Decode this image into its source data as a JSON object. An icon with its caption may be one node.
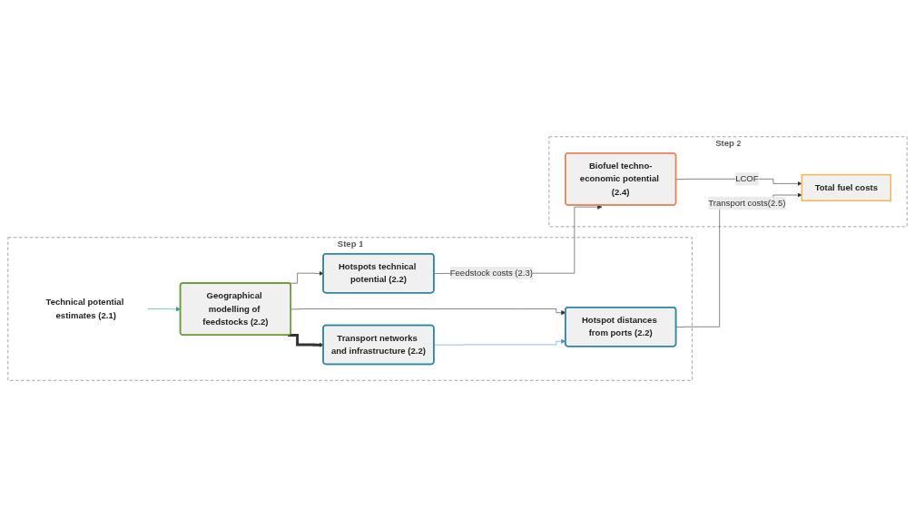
{
  "diagram": {
    "nodes": [
      {
        "text": [
          "Step 1"
        ]
      },
      {
        "text": [
          "Technical potential estimates (2.1)"
        ],
        "in": 0
      },
      {
        "text": [
          "Geographical modelling of feedstocks (2.2)"
        ],
        "in": 0
      },
      {
        "text": [
          "Hotspots technical potential (2.2)"
        ],
        "in": 0
      },
      {
        "text": [
          "Transport networks and infrastructure (2.2)"
        ],
        "in": 0
      },
      {
        "text": [
          "Hotspot distances from ports (2.2)"
        ],
        "in": 0
      },
      {
        "text": [
          "Step 2"
        ]
      },
      {
        "text": [
          "Biofuel techno-economic potential (2.4)"
        ],
        "in": 6
      },
      {
        "text": [
          "Total fuel costs"
        ],
        "in": 6
      }
    ],
    "edges": [
      {
        "from": 1,
        "to": 2,
        "arrow": "to",
        "color": "#2aa58a"
      },
      {
        "from": 2,
        "to": 3,
        "arrow": "to"
      },
      {
        "from": 2,
        "to": 4,
        "arrow": "to",
        "style": "thick"
      },
      {
        "from": 2,
        "to": 5,
        "arrow": "to"
      },
      {
        "from": 4,
        "to": 5,
        "arrow": "to",
        "color": "#4a8fd4"
      },
      {
        "from": 3,
        "to": 7,
        "arrow": "to",
        "label": "Feedstock costs (2.3)"
      },
      {
        "from": 7,
        "to": 8,
        "arrow": "to",
        "label": "LCOF"
      },
      {
        "from": 5,
        "to": 8,
        "arrow": "to",
        "label": "Transport costs(2.5)"
      }
    ]
  }
}
